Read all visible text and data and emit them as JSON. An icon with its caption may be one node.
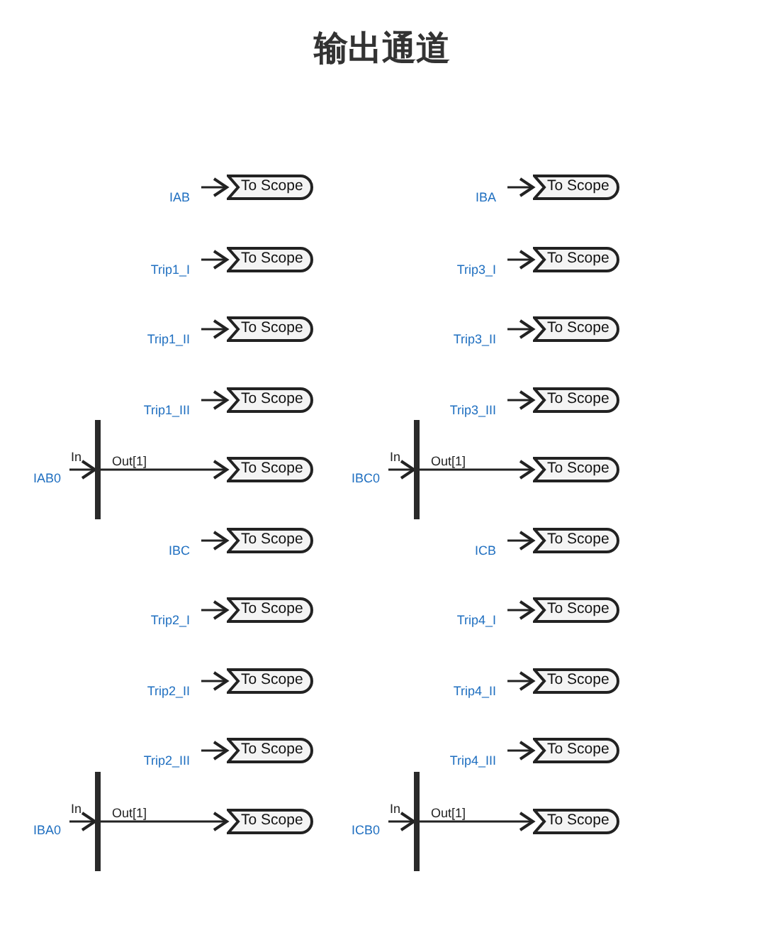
{
  "diagram": {
    "title": "输出通道",
    "nodes": [
      {
        "text": [
          "To Scope"
        ],
        "beside": [
          "IAB"
        ]
      },
      {
        "text": [
          "To Scope"
        ],
        "beside": [
          "IBA"
        ]
      },
      {
        "text": [
          "To Scope"
        ],
        "beside": [
          "Trip1_I"
        ]
      },
      {
        "text": [
          "To Scope"
        ],
        "beside": [
          "Trip3_I"
        ]
      },
      {
        "text": [
          "To Scope"
        ],
        "beside": [
          "Trip1_II"
        ]
      },
      {
        "text": [
          "To Scope"
        ],
        "beside": [
          "Trip3_II"
        ]
      },
      {
        "text": [
          "To Scope"
        ],
        "beside": [
          "Trip1_III"
        ]
      },
      {
        "text": [
          "To Scope"
        ],
        "beside": [
          "Trip3_III"
        ]
      },
      {
        "text": [
          "In",
          "Out[1]"
        ],
        "beside": [
          "IAB0"
        ]
      },
      {
        "text": [
          "To Scope"
        ]
      },
      {
        "text": [
          "In",
          "Out[1]"
        ],
        "beside": [
          "IBC0"
        ]
      },
      {
        "text": [
          "To Scope"
        ]
      },
      {
        "text": [
          "To Scope"
        ],
        "beside": [
          "IBC"
        ]
      },
      {
        "text": [
          "To Scope"
        ],
        "beside": [
          "ICB"
        ]
      },
      {
        "text": [
          "To Scope"
        ],
        "beside": [
          "Trip2_I"
        ]
      },
      {
        "text": [
          "To Scope"
        ],
        "beside": [
          "Trip4_I"
        ]
      },
      {
        "text": [
          "To Scope"
        ],
        "beside": [
          "Trip2_II"
        ]
      },
      {
        "text": [
          "To Scope"
        ],
        "beside": [
          "Trip4_II"
        ]
      },
      {
        "text": [
          "To Scope"
        ],
        "beside": [
          "Trip2_III"
        ]
      },
      {
        "text": [
          "To Scope"
        ],
        "beside": [
          "Trip4_III"
        ]
      },
      {
        "text": [
          "In",
          "Out[1]"
        ],
        "beside": [
          "IBA0"
        ]
      },
      {
        "text": [
          "To Scope"
        ]
      },
      {
        "text": [
          "In",
          "Out[1]"
        ],
        "beside": [
          "ICB0"
        ]
      },
      {
        "text": [
          "To Scope"
        ]
      }
    ],
    "edges": [
      {
        "from": null,
        "to": 0,
        "arrow": "to"
      },
      {
        "from": null,
        "to": 1,
        "arrow": "to"
      },
      {
        "from": null,
        "to": 2,
        "arrow": "to"
      },
      {
        "from": null,
        "to": 3,
        "arrow": "to"
      },
      {
        "from": null,
        "to": 4,
        "arrow": "to"
      },
      {
        "from": null,
        "to": 5,
        "arrow": "to"
      },
      {
        "from": null,
        "to": 6,
        "arrow": "to"
      },
      {
        "from": null,
        "to": 7,
        "arrow": "to"
      },
      {
        "from": null,
        "to": 8,
        "arrow": "to"
      },
      {
        "from": 8,
        "to": 9,
        "arrow": "to"
      },
      {
        "from": null,
        "to": 10,
        "arrow": "to"
      },
      {
        "from": 10,
        "to": 11,
        "arrow": "to"
      },
      {
        "from": null,
        "to": 12,
        "arrow": "to"
      },
      {
        "from": null,
        "to": 13,
        "arrow": "to"
      },
      {
        "from": null,
        "to": 14,
        "arrow": "to"
      },
      {
        "from": null,
        "to": 15,
        "arrow": "to"
      },
      {
        "from": null,
        "to": 16,
        "arrow": "to"
      },
      {
        "from": null,
        "to": 17,
        "arrow": "to"
      },
      {
        "from": null,
        "to": 18,
        "arrow": "to"
      },
      {
        "from": null,
        "to": 19,
        "arrow": "to"
      },
      {
        "from": null,
        "to": 20,
        "arrow": "to"
      },
      {
        "from": 20,
        "to": 21,
        "arrow": "to"
      },
      {
        "from": null,
        "to": 22,
        "arrow": "to"
      },
      {
        "from": 22,
        "to": 23,
        "arrow": "to"
      }
    ]
  }
}
